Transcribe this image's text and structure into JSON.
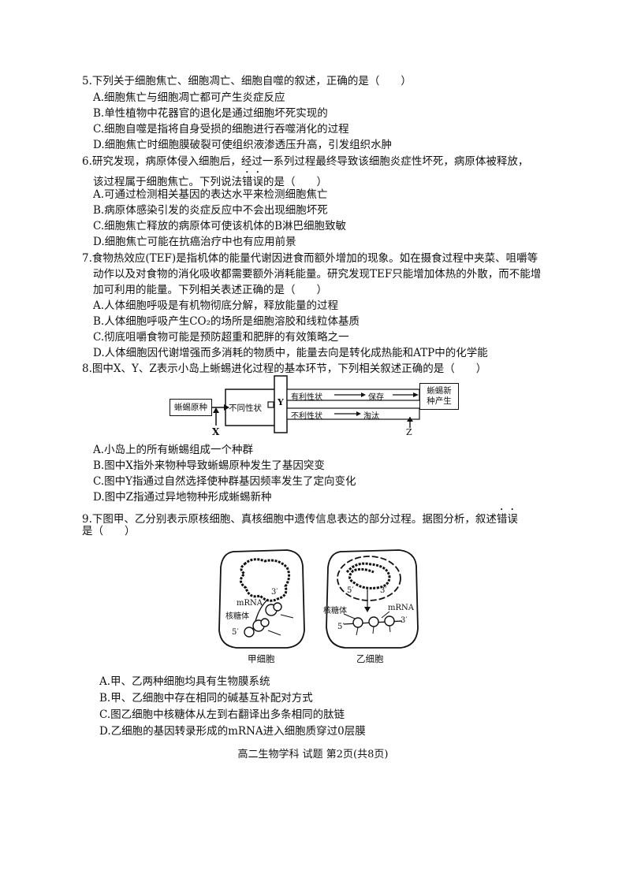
{
  "q5": {
    "stem": "5.下列关于细胞焦亡、细胞凋亡、细胞自噬的叙述，正确的是（　　）",
    "options": [
      "A.细胞焦亡与细胞凋亡都可产生炎症反应",
      "B.单性植物中花器官的退化是通过细胞坏死实现的",
      "C.细胞自噬是指将自身受损的细胞进行吞噬消化的过程",
      "D.细胞焦亡时细胞膜破裂可使组织液渗透压升高，引发组织水肿"
    ]
  },
  "q6": {
    "stem_line1": "6.研究发现，病原体侵入细胞后，经过一系列过程最终导致该细胞炎症性坏死，病原体被释放，",
    "stem_line2_pre": "该过程属于细胞焦亡。下列说法",
    "stem_line2_mark": "错误",
    "stem_line2_post": "的是（　　）",
    "options": [
      "A.可通过检测相关基因的表达水平来检测细胞焦亡",
      "B.病原体感染引发的炎症反应中不会出现细胞坏死",
      "C.细胞焦亡释放的病原体可使该机体的B淋巴细胞致敏",
      "D.细胞焦亡可能在抗癌治疗中也有应用前景"
    ]
  },
  "q7": {
    "stem_line1": "7.食物热效应(TEF)是指机体的能量代谢因进食而额外增加的现象。如在摄食过程中夹菜、咀嚼等",
    "stem_line2": "动作以及对食物的消化吸收都需要额外消耗能量。研究发现TEF只能增加体热的外散，而不能增",
    "stem_line3": "加可利用的能量。下列相关表述正确的是（　　）",
    "options": [
      "A.人体细胞呼吸是有机物彻底分解，释放能量的过程",
      "B.人体细胞呼吸产生CO₂的场所是细胞溶胶和线粒体基质",
      "C.彻底咀嚼食物可能是预防超重和肥胖的有效策略之一",
      "D.人体细胞因代谢增强而多消耗的物质中，能量去向是转化成热能和ATP中的化学能"
    ]
  },
  "q8": {
    "stem": "8.图中X、Y、Z表示小岛上蜥蜴进化过程的基本环节，下列相关叙述正确的是（　　）",
    "diagram": {
      "original": "蜥蜴原种",
      "different_traits": "不同性状",
      "y_label": "Y",
      "favorable": "有利性状",
      "unfavorable": "不利性状",
      "preserve": "保存",
      "eliminate": "淘汰",
      "new_species_l1": "蜥蜴新",
      "new_species_l2": "种产生",
      "x_label": "X",
      "z_label": "Z"
    },
    "options": [
      "A.小岛上的所有蜥蜴组成一个种群",
      "B.图中X指外来物种导致蜥蜴原种发生了基因突变",
      "C.图中Y指通过自然选择使种群基因频率发生了定向变化",
      "D.图中Z指通过异地物种形成蜥蜴新种"
    ]
  },
  "q9": {
    "stem_line1_pre": "9.下图甲、乙分别表示原核细胞、真核细胞中遗传信息表达的部分过程。据图分析，叙述",
    "stem_line1_mark": "错误",
    "stem_line2": "是（　　）",
    "diagram": {
      "jia_3": "3′",
      "jia_mrna": "mRNA",
      "jia_ribosome": "核糖体",
      "jia_5": "5′",
      "jia_caption": "甲细胞",
      "yi_5a": "5′",
      "yi_3a": "3′",
      "yi_ribosome": "核糖体",
      "yi_mrna": "mRNA",
      "yi_5b": "5′",
      "yi_3b": "3′",
      "yi_caption": "乙细胞"
    },
    "options": [
      "A.甲、乙两种细胞均具有生物膜系统",
      "B.甲、乙细胞中存在相同的碱基互补配对方式",
      "C.图乙细胞中核糖体从左到右翻译出多条相同的肽链",
      "D.乙细胞的基因转录形成的mRNA进入细胞质穿过0层膜"
    ]
  },
  "footer": "高二生物学科 试题 第2页(共8页)"
}
